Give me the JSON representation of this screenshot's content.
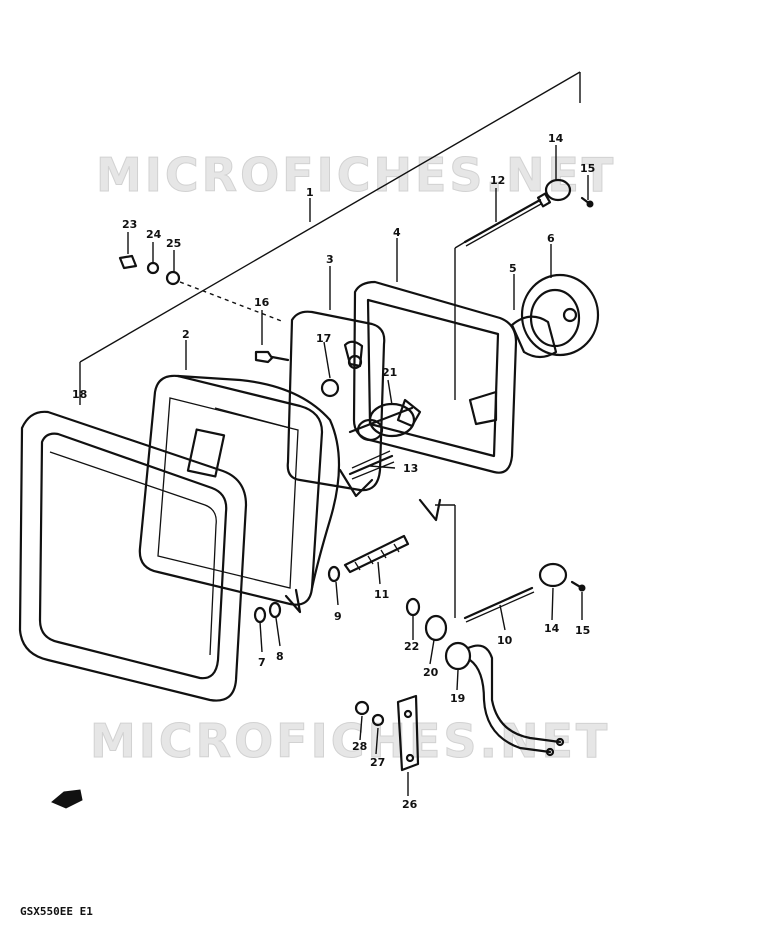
{
  "watermarks": [
    "MICROFICHES.NET",
    "MICROFICHES.NET"
  ],
  "diagram_code": "GSX550EE E1",
  "callouts": [
    {
      "id": "c1",
      "label": "1"
    },
    {
      "id": "c2",
      "label": "2"
    },
    {
      "id": "c3",
      "label": "3"
    },
    {
      "id": "c4",
      "label": "4"
    },
    {
      "id": "c5",
      "label": "5"
    },
    {
      "id": "c6",
      "label": "6"
    },
    {
      "id": "c7",
      "label": "7"
    },
    {
      "id": "c8",
      "label": "8"
    },
    {
      "id": "c9",
      "label": "9"
    },
    {
      "id": "c10",
      "label": "10"
    },
    {
      "id": "c11",
      "label": "11"
    },
    {
      "id": "c12",
      "label": "12"
    },
    {
      "id": "c13",
      "label": "13"
    },
    {
      "id": "c14a",
      "label": "14"
    },
    {
      "id": "c14b",
      "label": "14"
    },
    {
      "id": "c15a",
      "label": "15"
    },
    {
      "id": "c15b",
      "label": "15"
    },
    {
      "id": "c16",
      "label": "16"
    },
    {
      "id": "c17",
      "label": "17"
    },
    {
      "id": "c18",
      "label": "18"
    },
    {
      "id": "c19",
      "label": "19"
    },
    {
      "id": "c20",
      "label": "20"
    },
    {
      "id": "c21",
      "label": "21"
    },
    {
      "id": "c22",
      "label": "22"
    },
    {
      "id": "c23",
      "label": "23"
    },
    {
      "id": "c24",
      "label": "24"
    },
    {
      "id": "c25",
      "label": "25"
    },
    {
      "id": "c26",
      "label": "26"
    },
    {
      "id": "c27",
      "label": "27"
    },
    {
      "id": "c28",
      "label": "28"
    }
  ]
}
